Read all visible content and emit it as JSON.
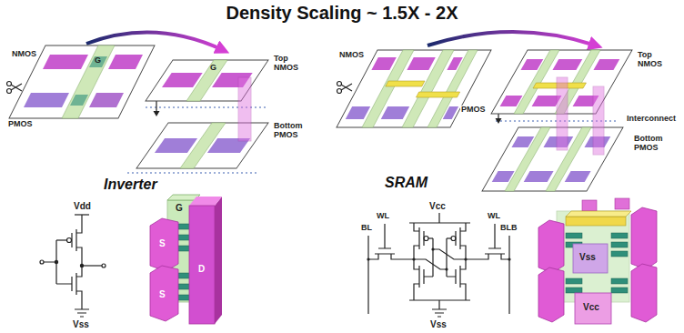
{
  "diagram": {
    "title": "Density Scaling ~ 1.5X - 2X",
    "labels": [
      "NMOS",
      "G",
      "PMOS",
      "G",
      "Top NMOS",
      "Bottom PMOS",
      "NMOS",
      "PMOS",
      "Top NMOS",
      "Interconnect",
      "Bottom PMOS",
      "Inverter",
      "Vdd",
      "Vss",
      "G",
      "S",
      "D",
      "S",
      "SRAM",
      "Vcc",
      "WL",
      "BL",
      "WL",
      "BLB",
      "Vss",
      "Vss",
      "Vcc"
    ]
  }
}
